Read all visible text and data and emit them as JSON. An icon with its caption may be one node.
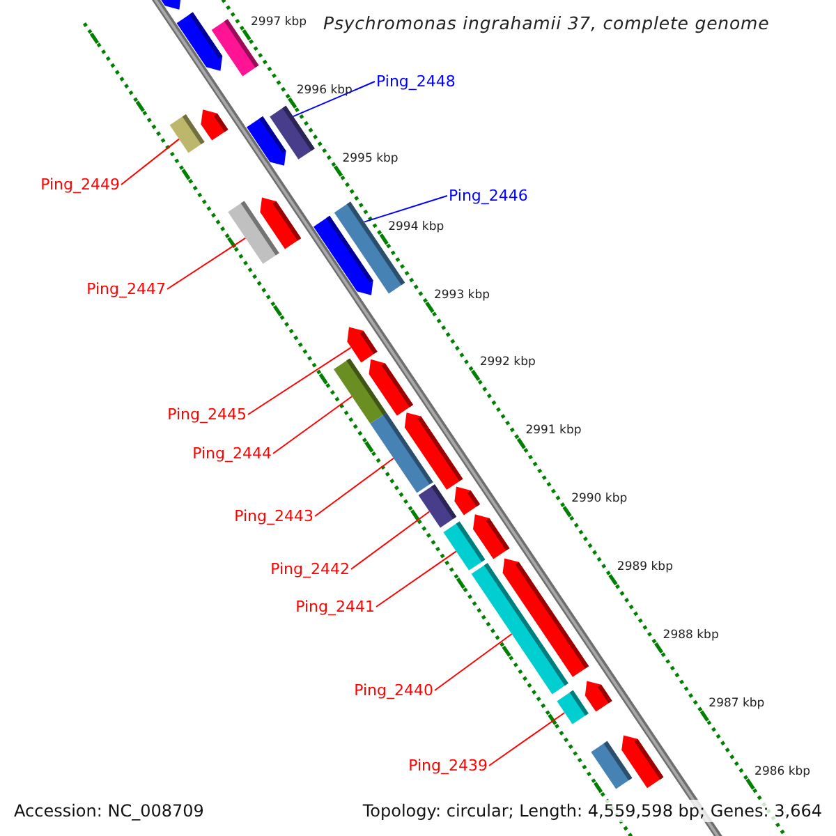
{
  "diagram": {
    "title": "Psychromonas ingrahamii 37, complete genome",
    "nodes": [
      {
        "text": [
          "Ping_2448"
        ]
      },
      {
        "text": [
          "Ping_2449"
        ]
      },
      {
        "text": [
          "Ping_2446"
        ]
      },
      {
        "text": [
          "Ping_2447"
        ]
      },
      {
        "text": [
          "Ping_2445"
        ]
      },
      {
        "text": [
          "Ping_2444"
        ]
      },
      {
        "text": [
          "Ping_2443"
        ]
      },
      {
        "text": [
          "Ping_2442"
        ]
      },
      {
        "text": [
          "Ping_2441"
        ]
      },
      {
        "text": [
          "Ping_2440"
        ]
      },
      {
        "text": [
          "Ping_2439"
        ]
      },
      {
        "text": [],
        "shape": "arrow"
      },
      {
        "text": [],
        "shape": "arrow"
      },
      {
        "text": [],
        "shape": "bar"
      },
      {
        "text": [],
        "shape": "bar"
      },
      {
        "text": [],
        "shape": "arrow"
      },
      {
        "text": [],
        "shape": "arrow"
      },
      {
        "text": [],
        "shape": "bar"
      },
      {
        "text": [],
        "shape": "bar"
      },
      {
        "text": [],
        "shape": "arrow"
      },
      {
        "text": [],
        "shape": "arrow"
      },
      {
        "text": [],
        "shape": "bar"
      },
      {
        "text": [],
        "shape": "arrow"
      },
      {
        "text": [],
        "shape": "bar"
      },
      {
        "text": [],
        "shape": "arrow"
      },
      {
        "text": [],
        "shape": "bar"
      },
      {
        "text": [],
        "shape": "arrow"
      },
      {
        "text": [],
        "shape": "bar"
      },
      {
        "text": [],
        "shape": "arrow"
      },
      {
        "text": [],
        "shape": "bar"
      },
      {
        "text": [],
        "shape": "arrow"
      },
      {
        "text": [],
        "shape": "bar"
      },
      {
        "text": [],
        "shape": "arrow"
      },
      {
        "text": [],
        "shape": "bar"
      },
      {
        "text": [],
        "shape": "arrow"
      },
      {
        "text": [],
        "shape": "bar"
      },
      {
        "text": [],
        "shape": "arrow"
      }
    ],
    "edges": [
      {
        "from": 0,
        "to": 17,
        "arrow": "none",
        "color": "#0000ff"
      },
      {
        "from": 1,
        "to": 14,
        "arrow": "none"
      },
      {
        "from": 2,
        "to": 21,
        "arrow": "none",
        "color": "#0000ff"
      },
      {
        "from": 3,
        "to": 18,
        "arrow": "none"
      },
      {
        "from": 4,
        "to": 22,
        "arrow": "none"
      },
      {
        "from": 5,
        "to": 23,
        "arrow": "none"
      },
      {
        "from": 6,
        "to": 25,
        "arrow": "none"
      },
      {
        "from": 7,
        "to": 27,
        "arrow": "none"
      },
      {
        "from": 8,
        "to": 29,
        "arrow": "none"
      },
      {
        "from": 9,
        "to": 31,
        "arrow": "none"
      },
      {
        "from": 10,
        "to": 33,
        "arrow": "none"
      }
    ],
    "labels": [
      "2997 kbp",
      "2996 kbp",
      "2995 kbp",
      "2994 kbp",
      "2993 kbp",
      "2992 kbp",
      "2991 kbp",
      "2990 kbp",
      "2989 kbp",
      "2988 kbp",
      "2987 kbp",
      "2986 kbp",
      "Accession: NC_008709",
      "Topology: circular; Length: 4,559,598 bp; Genes: 3,664"
    ]
  }
}
